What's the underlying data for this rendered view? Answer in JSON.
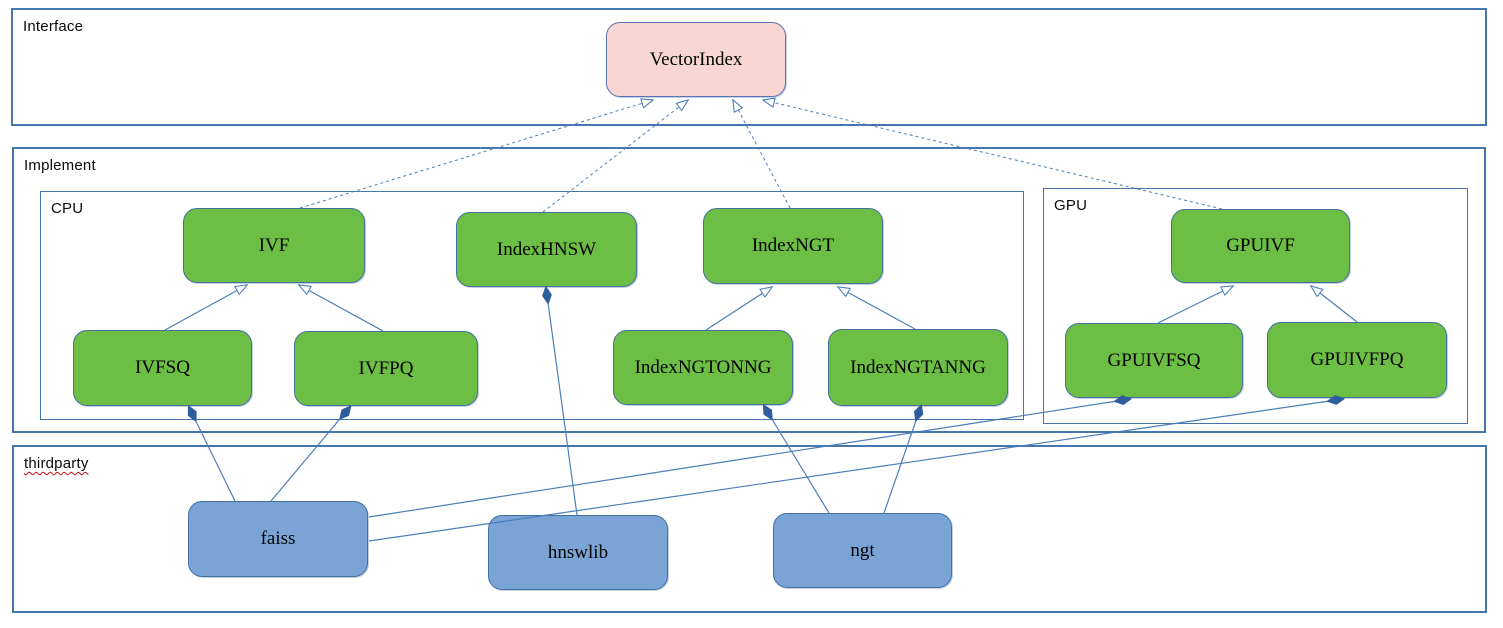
{
  "diagram": {
    "containers": {
      "interface": {
        "label": "Interface"
      },
      "implement": {
        "label": "Implement"
      },
      "cpu": {
        "label": "CPU"
      },
      "gpu": {
        "label": "GPU"
      },
      "thirdparty": {
        "label": "thirdparty"
      }
    },
    "nodes": {
      "vectorindex": {
        "label": "VectorIndex",
        "kind": "interface"
      },
      "ivf": {
        "label": "IVF",
        "kind": "implementation"
      },
      "indexhnsw": {
        "label": "IndexHNSW",
        "kind": "implementation"
      },
      "indexngt": {
        "label": "IndexNGT",
        "kind": "implementation"
      },
      "gpuivf": {
        "label": "GPUIVF",
        "kind": "implementation"
      },
      "ivfsq": {
        "label": "IVFSQ",
        "kind": "implementation"
      },
      "ivfpq": {
        "label": "IVFPQ",
        "kind": "implementation"
      },
      "indexngtonng": {
        "label": "IndexNGTONNG",
        "kind": "implementation"
      },
      "indexngtanng": {
        "label": "IndexNGTANNG",
        "kind": "implementation"
      },
      "gpuivfsq": {
        "label": "GPUIVFSQ",
        "kind": "implementation"
      },
      "gpuivfpq": {
        "label": "GPUIVFPQ",
        "kind": "implementation"
      },
      "faiss": {
        "label": "faiss",
        "kind": "thirdparty-lib"
      },
      "hnswlib": {
        "label": "hnswlib",
        "kind": "thirdparty-lib"
      },
      "ngt": {
        "label": "ngt",
        "kind": "thirdparty-lib"
      }
    },
    "edges": [
      {
        "from": "ivf",
        "to": "vectorindex",
        "type": "realization"
      },
      {
        "from": "indexhnsw",
        "to": "vectorindex",
        "type": "realization"
      },
      {
        "from": "indexngt",
        "to": "vectorindex",
        "type": "realization"
      },
      {
        "from": "gpuivf",
        "to": "vectorindex",
        "type": "realization"
      },
      {
        "from": "ivfsq",
        "to": "ivf",
        "type": "generalization"
      },
      {
        "from": "ivfpq",
        "to": "ivf",
        "type": "generalization"
      },
      {
        "from": "indexngtonng",
        "to": "indexngt",
        "type": "generalization"
      },
      {
        "from": "indexngtanng",
        "to": "indexngt",
        "type": "generalization"
      },
      {
        "from": "gpuivfsq",
        "to": "gpuivf",
        "type": "generalization"
      },
      {
        "from": "gpuivfpq",
        "to": "gpuivf",
        "type": "generalization"
      },
      {
        "from": "ivfsq",
        "to": "faiss",
        "type": "composition"
      },
      {
        "from": "ivfpq",
        "to": "faiss",
        "type": "composition"
      },
      {
        "from": "indexhnsw",
        "to": "hnswlib",
        "type": "composition"
      },
      {
        "from": "indexngtonng",
        "to": "ngt",
        "type": "composition"
      },
      {
        "from": "indexngtanng",
        "to": "ngt",
        "type": "composition"
      },
      {
        "from": "gpuivfsq",
        "to": "faiss",
        "type": "composition"
      },
      {
        "from": "gpuivfpq",
        "to": "faiss",
        "type": "composition"
      }
    ],
    "colors": {
      "interface_fill": "#f8d7d3",
      "interface_border": "#5b74b5",
      "implementation_fill": "#6cbe45",
      "thirdparty_fill": "#7aa3d6",
      "node_border": "#41719c",
      "container_border": "#4576ad",
      "edge": "#4a7ebb",
      "diamond_fill": "#2e5d9e",
      "spellcheck_underline": "#cc1111"
    }
  }
}
